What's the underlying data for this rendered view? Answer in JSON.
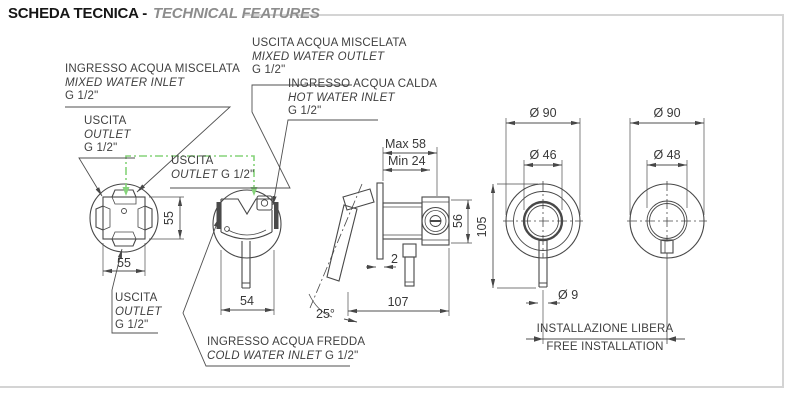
{
  "header": {
    "title_primary": "SCHEDA TECNICA -",
    "title_secondary": "TECHNICAL FEATURES"
  },
  "labels": {
    "mixed_water_inlet": {
      "line1": "INGRESSO ACQUA MISCELATA",
      "line2": "MIXED WATER INLET",
      "line3": "G 1/2\""
    },
    "outlet_upper_left": {
      "line1": "USCITA",
      "line2": "OUTLET",
      "line3": "G 1/2\""
    },
    "outlet_highlighted": {
      "line1": "USCITA",
      "line2_italic": "OUTLET",
      "line2_normal": "G 1/2\""
    },
    "mixed_water_outlet": {
      "line1": "USCITA ACQUA MISCELATA",
      "line2": "MIXED WATER OUTLET",
      "line3": "G 1/2\""
    },
    "hot_water_inlet": {
      "line1": "INGRESSO ACQUA CALDA",
      "line2": "HOT WATER INLET",
      "line3": "G 1/2\""
    },
    "outlet_lower_left": {
      "line1": "USCITA",
      "line2": "OUTLET",
      "line3": "G 1/2\""
    },
    "cold_water_inlet": {
      "line1": "INGRESSO ACQUA FREDDA",
      "line2_italic": "COLD WATER INLET",
      "line2_normal": "G 1/2\""
    },
    "installation": {
      "line1": "INSTALLAZIONE LIBERA",
      "line2": "FREE INSTALLATION"
    }
  },
  "dimensions": {
    "valve1_width": "55",
    "valve1_height": "55",
    "valve2_width": "54",
    "max_projection": "Max 58",
    "min_projection": "Min 24",
    "plate_thickness": "2",
    "cartridge_height": "56",
    "total_depth": "107",
    "lever_angle": "25°",
    "escutcheon1_diameter": "Ø 90",
    "sleeve1_diameter": "Ø 46",
    "escutcheon2_diameter": "Ø 90",
    "sleeve2_diameter": "Ø 48",
    "overall_height": "105",
    "lever_rod_diameter": "Ø 9"
  },
  "colors": {
    "line": "#4a4a4a",
    "accent_green": "#85d37a",
    "frame": "#d4d4d4",
    "title_gray": "#8d8d8d"
  }
}
